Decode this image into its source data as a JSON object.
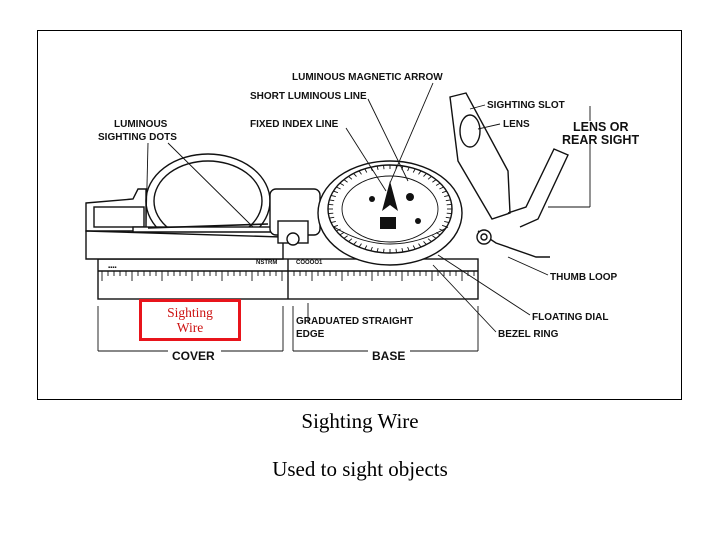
{
  "diagram": {
    "labels": {
      "luminous_magnetic_arrow": "LUMINOUS MAGNETIC ARROW",
      "short_luminous_line": "SHORT LUMINOUS LINE",
      "fixed_index_line": "FIXED INDEX LINE",
      "luminous_sighting_dots_1": "LUMINOUS",
      "luminous_sighting_dots_2": "SIGHTING DOTS",
      "sighting_slot": "SIGHTING SLOT",
      "lens": "LENS",
      "lens_or_rear_sight_1": "LENS OR",
      "lens_or_rear_sight_2": "REAR SIGHT",
      "thumb_loop": "THUMB LOOP",
      "floating_dial": "FLOATING DIAL",
      "bezel_ring": "BEZEL RING",
      "graduated_straight_edge_1": "GRADUATED STRAIGHT",
      "graduated_straight_edge_2": "EDGE",
      "cover": "COVER",
      "base": "BASE"
    },
    "highlight_line1": "Sighting",
    "highlight_line2": "Wire",
    "highlight_color": "#e8141b"
  },
  "caption": {
    "title": "Sighting Wire",
    "description": "Used to sight objects"
  }
}
